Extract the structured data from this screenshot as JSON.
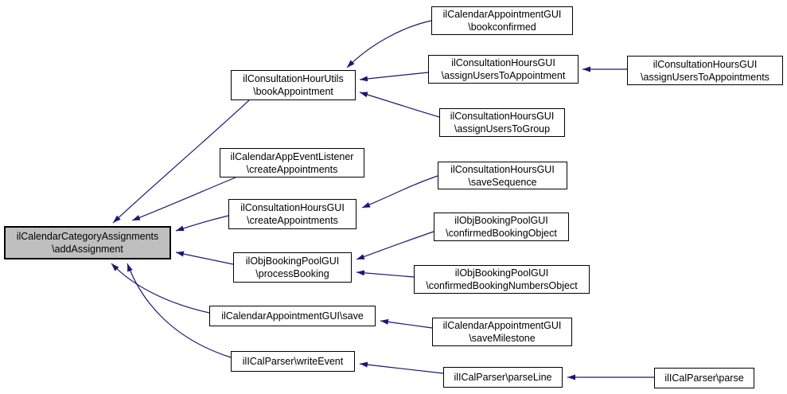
{
  "diagram": {
    "type": "caller-graph",
    "description": "Call graph: arrows point from caller functions to the called function",
    "colors": {
      "background": "#ffffff",
      "edge": "#191970",
      "node_border": "#000000",
      "node_fill": "#ffffff",
      "highlight_fill": "#bfbfbf"
    },
    "nodes": {
      "add_assignment": {
        "line1": "ilCalendarCategoryAssignments",
        "line2": "\\addAssignment",
        "highlighted": true
      },
      "book_appointment": {
        "line1": "ilConsultationHourUtils",
        "line2": "\\bookAppointment"
      },
      "bookconfirmed": {
        "line1": "ilCalendarAppointmentGUI",
        "line2": "\\bookconfirmed"
      },
      "assign_users_to_appointment": {
        "line1": "ilConsultationHoursGUI",
        "line2": "\\assignUsersToAppointment"
      },
      "assign_users_to_appointments": {
        "line1": "ilConsultationHoursGUI",
        "line2": "\\assignUsersToAppointments"
      },
      "assign_users_to_group": {
        "line1": "ilConsultationHoursGUI",
        "line2": "\\assignUsersToGroup"
      },
      "listener_create_appointments": {
        "line1": "ilCalendarAppEventListener",
        "line2": "\\createAppointments"
      },
      "save_sequence": {
        "line1": "ilConsultationHoursGUI",
        "line2": "\\saveSequence"
      },
      "gui_create_appointments": {
        "line1": "ilConsultationHoursGUI",
        "line2": "\\createAppointments"
      },
      "confirmed_booking_object": {
        "line1": "ilObjBookingPoolGUI",
        "line2": "\\confirmedBookingObject"
      },
      "process_booking": {
        "line1": "ilObjBookingPoolGUI",
        "line2": "\\processBooking"
      },
      "confirmed_booking_numbers_object": {
        "line1": "ilObjBookingPoolGUI",
        "line2": "\\confirmedBookingNumbersObject"
      },
      "save": {
        "line1": "ilCalendarAppointmentGUI\\save"
      },
      "save_milestone": {
        "line1": "ilCalendarAppointmentGUI",
        "line2": "\\saveMilestone"
      },
      "write_event": {
        "line1": "ilICalParser\\writeEvent"
      },
      "parse_line": {
        "line1": "ilICalParser\\parseLine"
      },
      "parse": {
        "line1": "ilICalParser\\parse"
      }
    },
    "edges": [
      {
        "from": "bookconfirmed",
        "to": "book_appointment"
      },
      {
        "from": "assign_users_to_appointment",
        "to": "book_appointment"
      },
      {
        "from": "assign_users_to_group",
        "to": "book_appointment"
      },
      {
        "from": "assign_users_to_appointments",
        "to": "assign_users_to_appointment"
      },
      {
        "from": "book_appointment",
        "to": "add_assignment"
      },
      {
        "from": "listener_create_appointments",
        "to": "add_assignment"
      },
      {
        "from": "gui_create_appointments",
        "to": "add_assignment"
      },
      {
        "from": "process_booking",
        "to": "add_assignment"
      },
      {
        "from": "save",
        "to": "add_assignment"
      },
      {
        "from": "write_event",
        "to": "add_assignment"
      },
      {
        "from": "save_sequence",
        "to": "gui_create_appointments"
      },
      {
        "from": "confirmed_booking_object",
        "to": "process_booking"
      },
      {
        "from": "confirmed_booking_numbers_object",
        "to": "process_booking"
      },
      {
        "from": "save_milestone",
        "to": "save"
      },
      {
        "from": "parse_line",
        "to": "write_event"
      },
      {
        "from": "parse",
        "to": "parse_line"
      }
    ]
  }
}
